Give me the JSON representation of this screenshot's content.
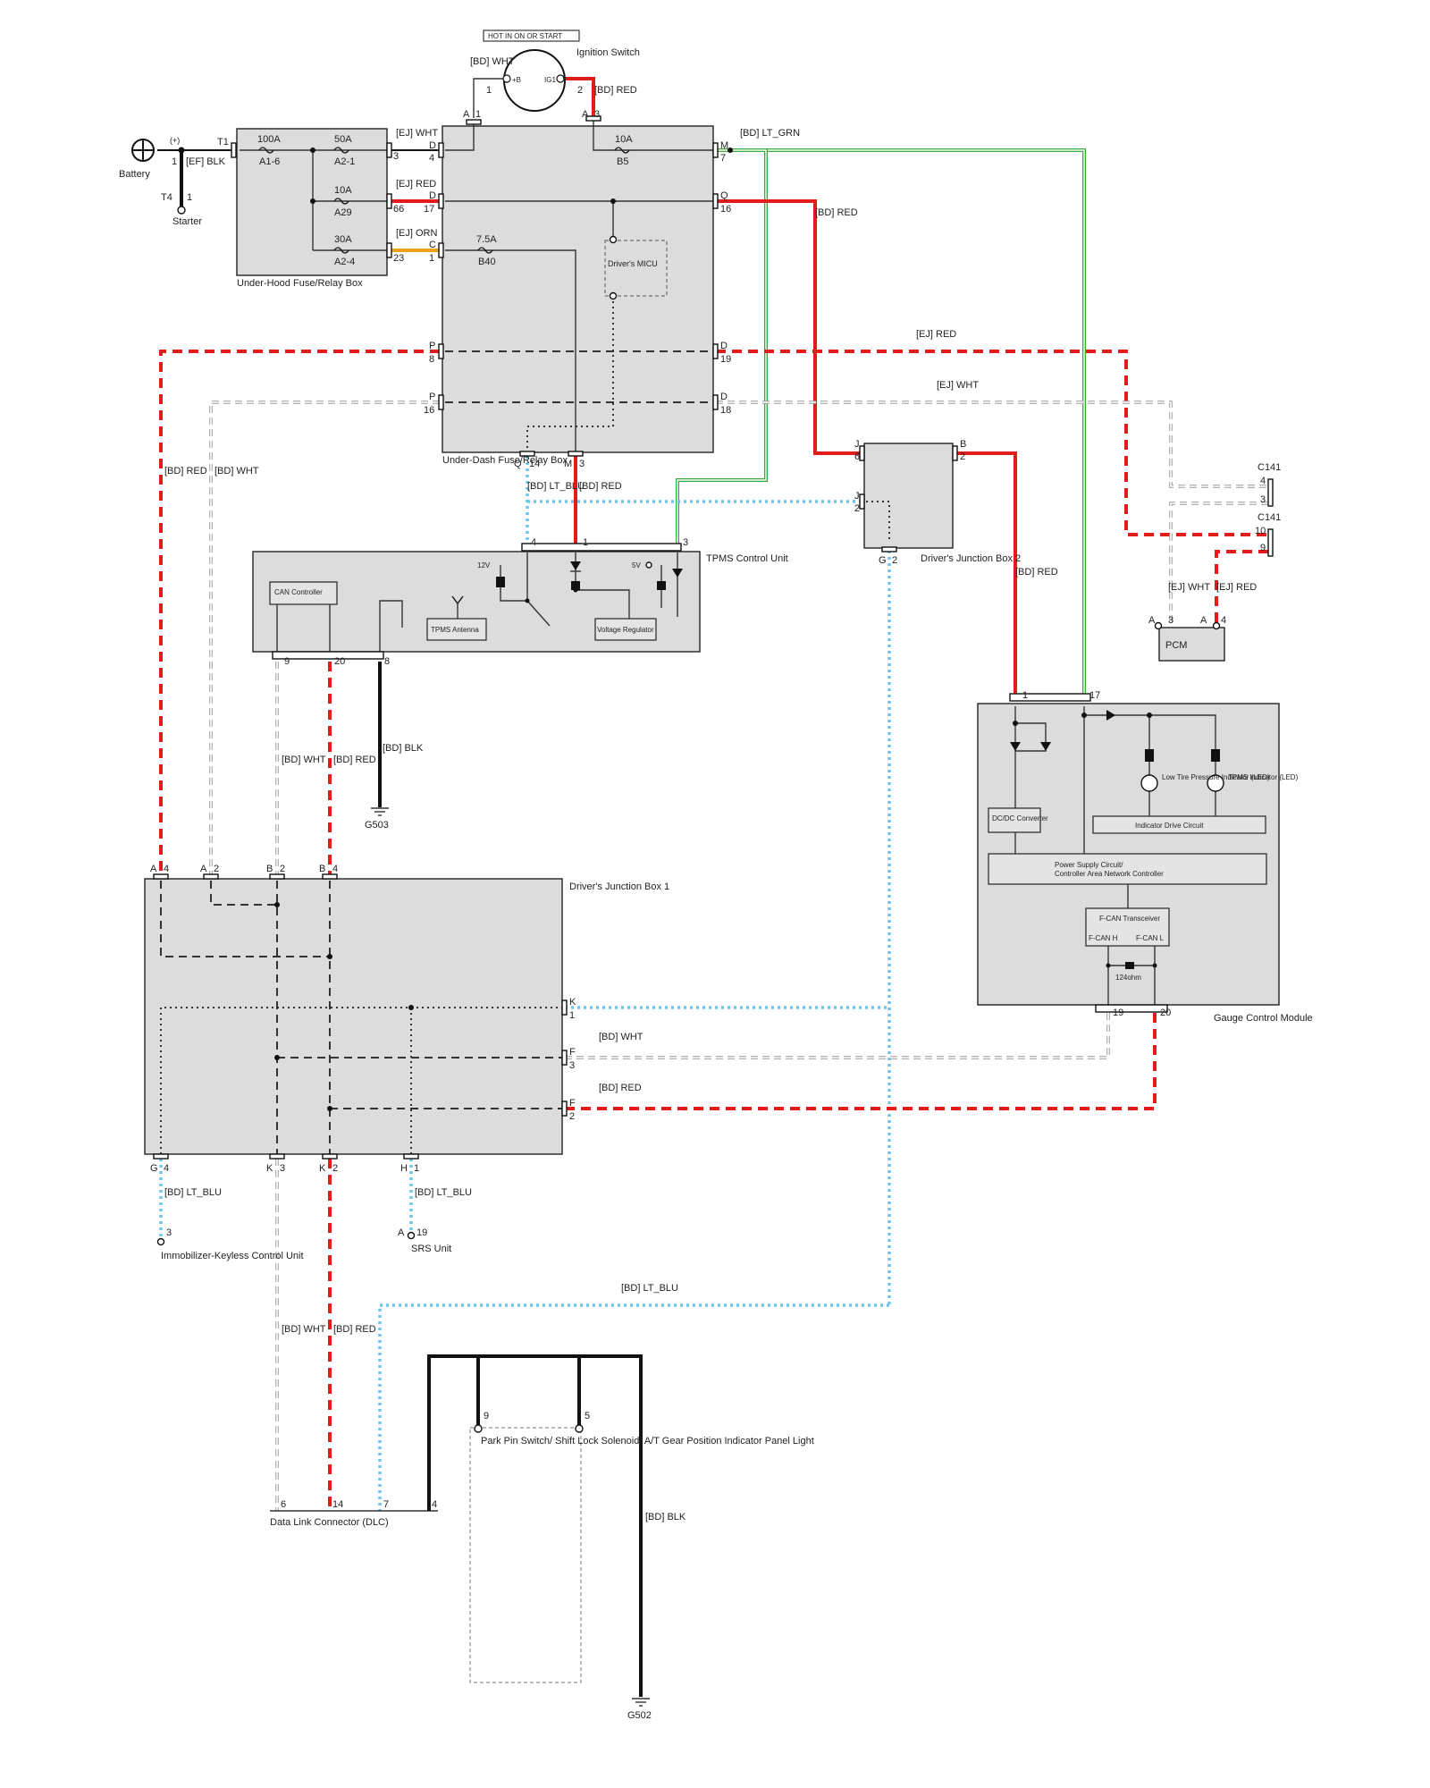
{
  "components": {
    "ignition_switch": {
      "title": "Ignition Switch",
      "header": "HOT IN ON OR START",
      "plus_b": "+B",
      "ig1": "IG1"
    },
    "battery": {
      "title": "Battery",
      "plus": "(+)"
    },
    "starter": {
      "title": "Starter"
    },
    "under_hood_box": {
      "title": "Under-Hood Fuse/Relay Box"
    },
    "under_dash_box": {
      "title": "Under-Dash Fuse/Relay Box"
    },
    "drivers_micu": {
      "title": "Driver's MICU"
    },
    "tpms_unit": {
      "title": "TPMS Control Unit",
      "can_controller": "CAN Controller",
      "antenna": "TPMS Antenna",
      "voltage_regulator": "Voltage Regulator",
      "v12": "12V",
      "v5": "5V"
    },
    "djb2": {
      "title": "Driver's Junction Box 2"
    },
    "djb1": {
      "title": "Driver's Junction Box 1"
    },
    "gauge": {
      "title": "Gauge Control Module",
      "dcdc": "DC/DC Converter",
      "indicator_drive": "Indicator Drive Circuit",
      "psc_line1": "Power Supply Circuit/",
      "psc_line2": "Controller Area Network Controller",
      "fcan": "F-CAN Transceiver",
      "fcan_h": "F-CAN H",
      "fcan_l": "F-CAN L",
      "resistor": "124ohm",
      "led_low_tire": "Low Tire Pressure Indicator (LED)",
      "led_tpms": "TPMS Indicator (LED)"
    },
    "pcm": {
      "title": "PCM"
    },
    "immobilizer": {
      "title": "Immobilizer-Keyless Control Unit"
    },
    "srs": {
      "title": "SRS Unit"
    },
    "dlc": {
      "title": "Data Link Connector (DLC)"
    },
    "park_pin": {
      "title": "Park Pin Switch/ Shift Lock Solenoid/ A/T Gear Position Indicator Panel Light"
    },
    "g503": {
      "title": "G503"
    },
    "g502": {
      "title": "G502"
    }
  },
  "fuses": [
    {
      "rating": "100A",
      "id": "A1-6"
    },
    {
      "rating": "50A",
      "id": "A2-1"
    },
    {
      "rating": "10A",
      "id": "A29"
    },
    {
      "rating": "30A",
      "id": "A2-4"
    },
    {
      "rating": "10A",
      "id": "B5"
    },
    {
      "rating": "7.5A",
      "id": "B40"
    }
  ],
  "wire_labels": {
    "ef_blk": "[EF] BLK",
    "ej_wht": "[EJ] WHT",
    "ej_red": "[EJ] RED",
    "ej_orn": "[EJ] ORN",
    "bd_wht": "[BD] WHT",
    "bd_red": "[BD] RED",
    "bd_lt_grn": "[BD] LT_GRN",
    "bd_lt_blu": "[BD] LT_BLU",
    "bd_blk": "[BD] BLK"
  },
  "connectors": {
    "c141": "C141"
  },
  "pins": {
    "t1": "T1",
    "t1n": "1",
    "t4": "T4",
    "t4n": "1",
    "uh_3": "3",
    "uh_66": "66",
    "uh_23": "23",
    "ud_d4": "D",
    "ud_4": "4",
    "ud_d17": "D",
    "ud_17": "17",
    "ud_c1": "C",
    "ud_1": "1",
    "ud_a1": "A",
    "ud_a1n": "1",
    "ud_a3": "A",
    "ud_a3n": "3",
    "ud_m7": "M",
    "ud_7": "7",
    "ud_q16": "Q",
    "ud_16": "16",
    "ud_p8": "P",
    "ud_8": "8",
    "ud_p16": "P",
    "ud_16b": "16",
    "ud_d19": "D",
    "ud_19": "19",
    "ud_d18": "D",
    "ud_18": "18",
    "ud_q14": "Q",
    "ud_14": "14",
    "ud_m3": "M",
    "ud_3": "3",
    "ign_1": "1",
    "ign_2": "2",
    "tp_4": "4",
    "tp_1": "1",
    "tp_3": "3",
    "tp_9": "9",
    "tp_20": "20",
    "tp_8": "8",
    "dj2_j6": "J",
    "dj2_6": "6",
    "dj2_j2": "J",
    "dj2_2": "2",
    "dj2_b2": "B",
    "dj2_2b": "2",
    "dj2_g2": "G",
    "dj2_g2n": "2",
    "c141_4": "4",
    "c141_3": "3",
    "c141_10": "10",
    "c141_9": "9",
    "pcm_a3": "A",
    "pcm_3": "3",
    "pcm_a4": "A",
    "pcm_4": "4",
    "gm_1": "1",
    "gm_17": "17",
    "gm_19": "19",
    "gm_20": "20",
    "dj1_a4": "A",
    "dj1_4": "4",
    "dj1_a2": "A",
    "dj1_2": "2",
    "dj1_b2": "B",
    "dj1_2b": "2",
    "dj1_b4": "B",
    "dj1_4b": "4",
    "dj1_k1": "K",
    "dj1_1": "1",
    "dj1_f3": "F",
    "dj1_3": "3",
    "dj1_f2": "F",
    "dj1_2c": "2",
    "dj1_g4": "G",
    "dj1_4c": "4",
    "dj1_k3": "K",
    "dj1_3b": "3",
    "dj1_k2": "K",
    "dj1_2d": "2",
    "dj1_h1": "H",
    "dj1_1b": "1",
    "imm_3": "3",
    "srs_a": "A",
    "srs_19": "19",
    "dlc_6": "6",
    "dlc_14": "14",
    "dlc_7": "7",
    "dlc_4": "4",
    "pp_9": "9",
    "pp_5": "5"
  },
  "colors": {
    "red_wire": "#e21b1b",
    "lt_blu_wire": "#6ec6e9",
    "lt_grn_wire": "#3aa83a",
    "orn_wire": "#f2a11a",
    "box_fill": "#dcdcdc"
  }
}
